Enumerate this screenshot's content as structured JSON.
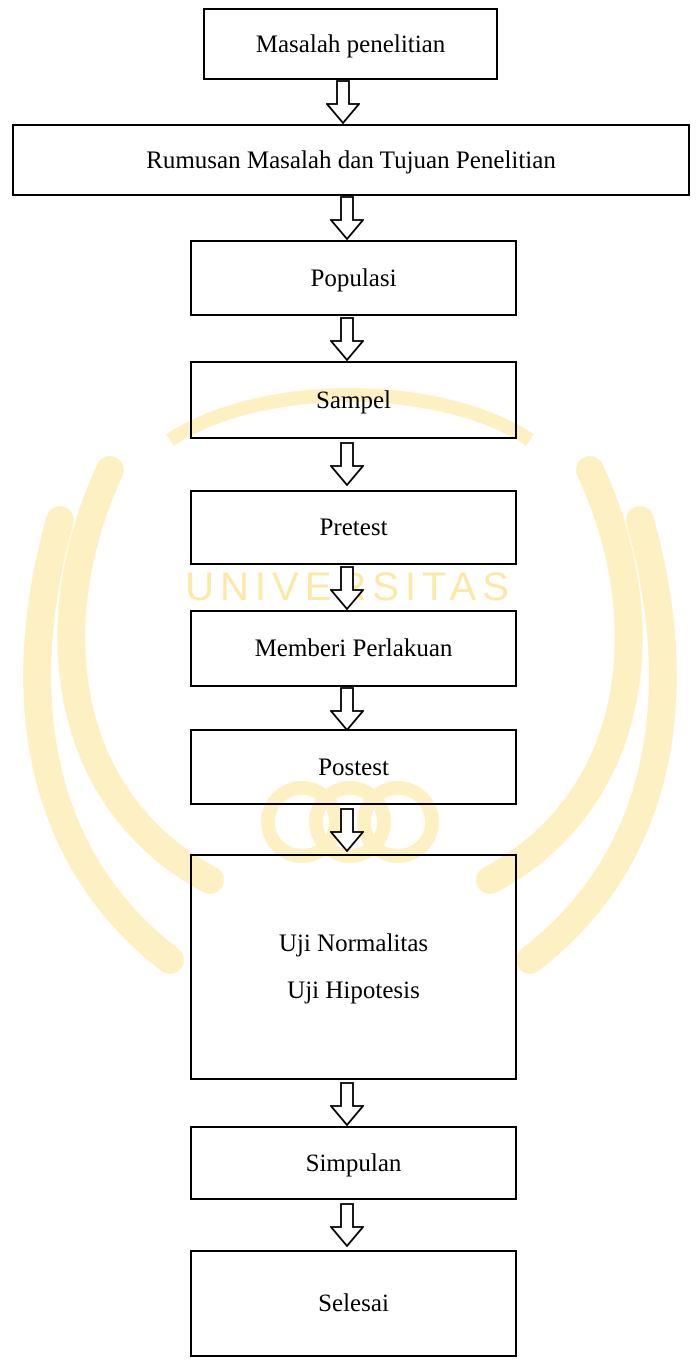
{
  "watermark": {
    "text": "UNIVERSITAS"
  },
  "steps": {
    "masalah": "Masalah penelitian",
    "rumusan": "Rumusan Masalah dan Tujuan Penelitian",
    "populasi": "Populasi",
    "sampel": "Sampel",
    "pretest": "Pretest",
    "perlakuan": "Memberi Perlakuan",
    "postest": "Postest",
    "uji_normalitas": "Uji Normalitas",
    "uji_hipotesis": "Uji Hipotesis",
    "simpulan": "Simpulan",
    "selesai": "Selesai"
  }
}
